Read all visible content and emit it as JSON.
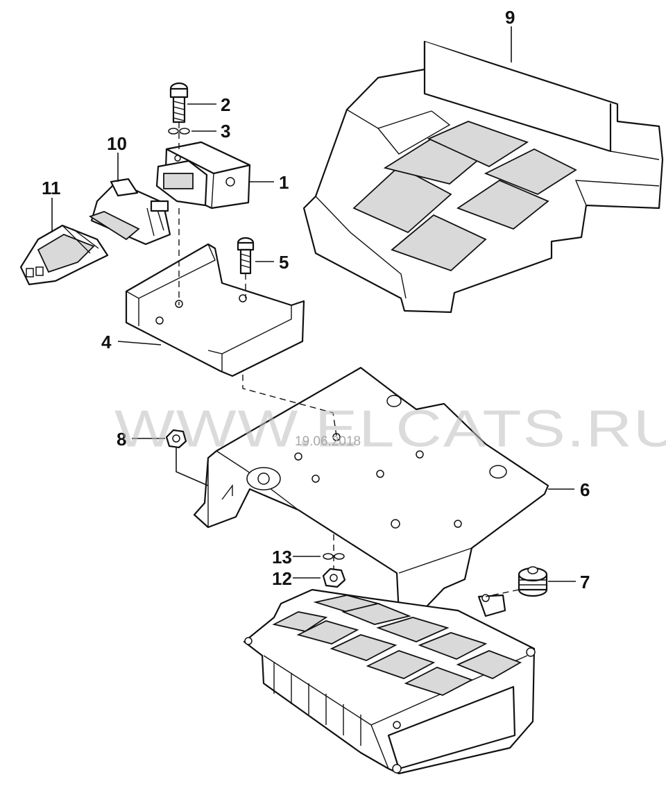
{
  "diagram": {
    "callouts": [
      {
        "id": "1",
        "label": "1"
      },
      {
        "id": "2",
        "label": "2"
      },
      {
        "id": "3",
        "label": "3"
      },
      {
        "id": "4",
        "label": "4"
      },
      {
        "id": "5",
        "label": "5"
      },
      {
        "id": "6",
        "label": "6"
      },
      {
        "id": "7",
        "label": "7"
      },
      {
        "id": "8",
        "label": "8"
      },
      {
        "id": "9",
        "label": "9"
      },
      {
        "id": "10",
        "label": "10"
      },
      {
        "id": "11",
        "label": "11"
      },
      {
        "id": "12",
        "label": "12"
      },
      {
        "id": "13",
        "label": "13"
      }
    ],
    "watermark": "WWW.ELCATS.RU",
    "stamp": "19.06.2018"
  }
}
